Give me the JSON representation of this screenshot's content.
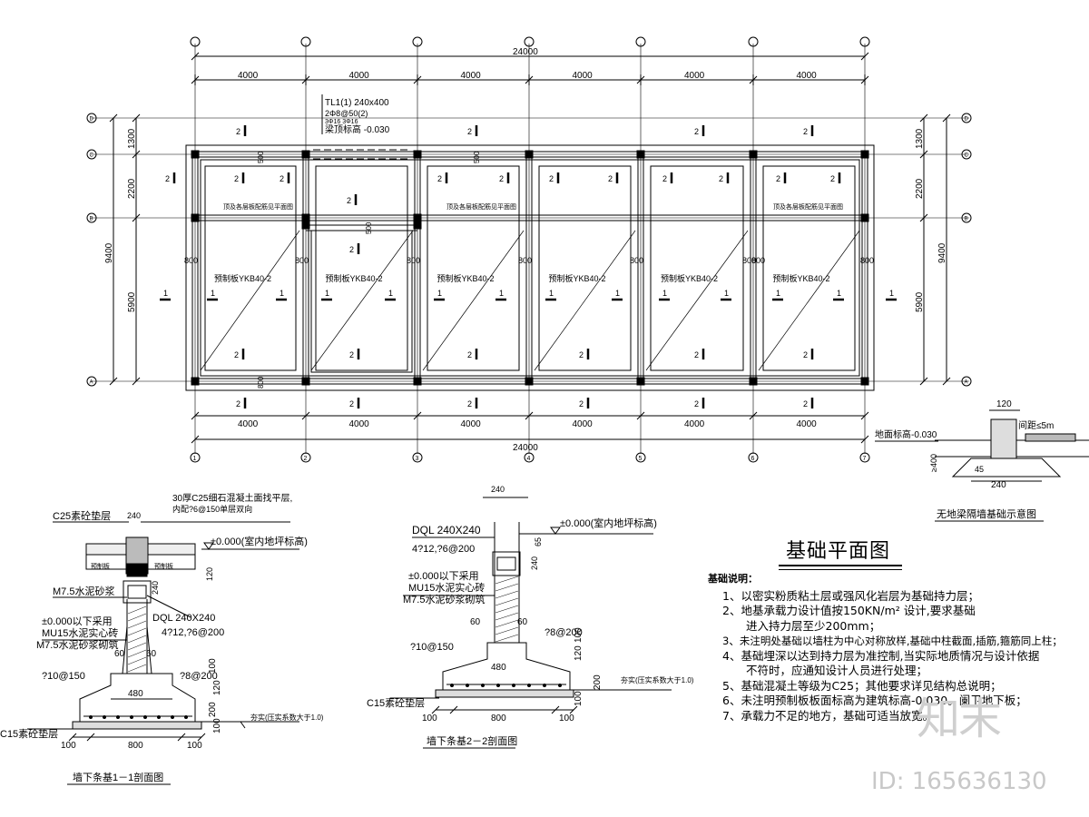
{
  "plan": {
    "axis_numbers": [
      "1",
      "2",
      "3",
      "4",
      "5",
      "6",
      "7"
    ],
    "axis_letters": [
      "D",
      "C",
      "B",
      "A"
    ],
    "bay_dims": [
      "4000",
      "4000",
      "4000",
      "4000",
      "4000",
      "4000"
    ],
    "total_width": "24000",
    "total_depth": "9400",
    "depth_dims": [
      "1300",
      "2200",
      "5900"
    ],
    "beam_label_1": "TL1(1) 240x400",
    "beam_label_2": "2Φ8@50(2)",
    "beam_label_3": "3Φ16 3Φ16",
    "beam_label_4": "梁顶标高 -0.030",
    "slab_labels": [
      "预制板YKB40-2",
      "预制板YKB40-2",
      "预制板YKB40-2",
      "预制板YKB40-2",
      "预制板YKB40-2",
      "预制板YKB40-2"
    ],
    "upper_labels": [
      "顶及各层板配筋见平面图",
      "顶及各层板配筋见平面图",
      "顶及各层板配筋见平面图"
    ],
    "col_dim_800": "800",
    "col_dim_500": "500",
    "section_mark_1": "1",
    "section_mark_2": "2"
  },
  "detail_right": {
    "dim_120": "120",
    "note_5m": "间距≤5m",
    "label_level": "地面标高-0.030",
    "dim_400": "≥400",
    "dim_240": "240",
    "dim_45": "45",
    "caption": "无地梁隔墙基础示意图"
  },
  "section1": {
    "c25": "C25素砼垫层",
    "top_note_1": "30厚C25细石混凝土面找平层,",
    "top_note_2": "内配?6@150单层双向",
    "dim_240": "240",
    "level": "±0.000(室内地坪标高)",
    "dim_120": "120",
    "slab": "预制板",
    "m75_top": "M7.5水泥砂浆",
    "dql": "DQL 240X240",
    "dql_rebar": "4?12,?6@200",
    "level_note_1": "±0.000以下采用",
    "level_note_2": "MU15水泥实心砖",
    "level_note_3": "M7.5水泥砂浆砌筑",
    "dim_60a": "60",
    "dim_60b": "60",
    "rebar_main": "?10@150",
    "rebar_dist": "?8@200",
    "dim_480": "480",
    "dim_100a": "100",
    "dim_120b": "120",
    "dim_200": "200",
    "dim_100b": "100",
    "soil": "夯实(压实系数大于1.0)",
    "c15": "C15素砼垫层",
    "dim_100c": "100",
    "dim_800": "800",
    "dim_100d": "100",
    "caption": "墙下条基1－1剖面图"
  },
  "section2": {
    "dim_240": "240",
    "dql": "DQL 240X240",
    "dql_rebar": "4?12,?6@200",
    "level": "±0.000(室内地坪标高)",
    "dim_65": "65",
    "dim_240b": "240",
    "level_note_1": "±0.000以下采用",
    "level_note_2": "MU15水泥实心砖",
    "level_note_3": "M7.5水泥砂浆砌筑",
    "dim_60a": "60",
    "dim_60b": "60",
    "rebar_main": "?10@150",
    "rebar_dist": "?8@200",
    "dim_480": "480",
    "dim_100a": "100",
    "dim_120": "120",
    "dim_200": "200",
    "dim_100b": "100",
    "soil": "夯实(压实系数大于1.0)",
    "c15": "C15素砼垫层",
    "dim_100c": "100",
    "dim_800": "800",
    "dim_100d": "100",
    "caption": "墙下条基2－2剖面图"
  },
  "title": "基础平面图",
  "notes": {
    "heading": "基础说明：",
    "items": [
      "1、以密实粉质粘土层或强风化岩层为基础持力层；",
      "2、地基承载力设计值按150KN/m² 设计,要求基础",
      "进入持力层至少200mm；",
      "3、未注明处基础以墙柱为中心对称放样,基础中柱截面,插筋,箍筋同上柱；",
      "4、基础埋深以达到持力层为准控制,当实际地质情况与设计依据",
      "不符时，应通知设计人员进行处理；",
      "5、基础混凝土等级为C25；其他要求详见结构总说明；",
      "6、未注明预制板板面标高为建筑标高-0.030。阑卫地下板；",
      "7、承载力不足的地方，基础可适当放宽。"
    ]
  },
  "watermark": {
    "logo": "知末",
    "id": "ID: 165636130"
  }
}
